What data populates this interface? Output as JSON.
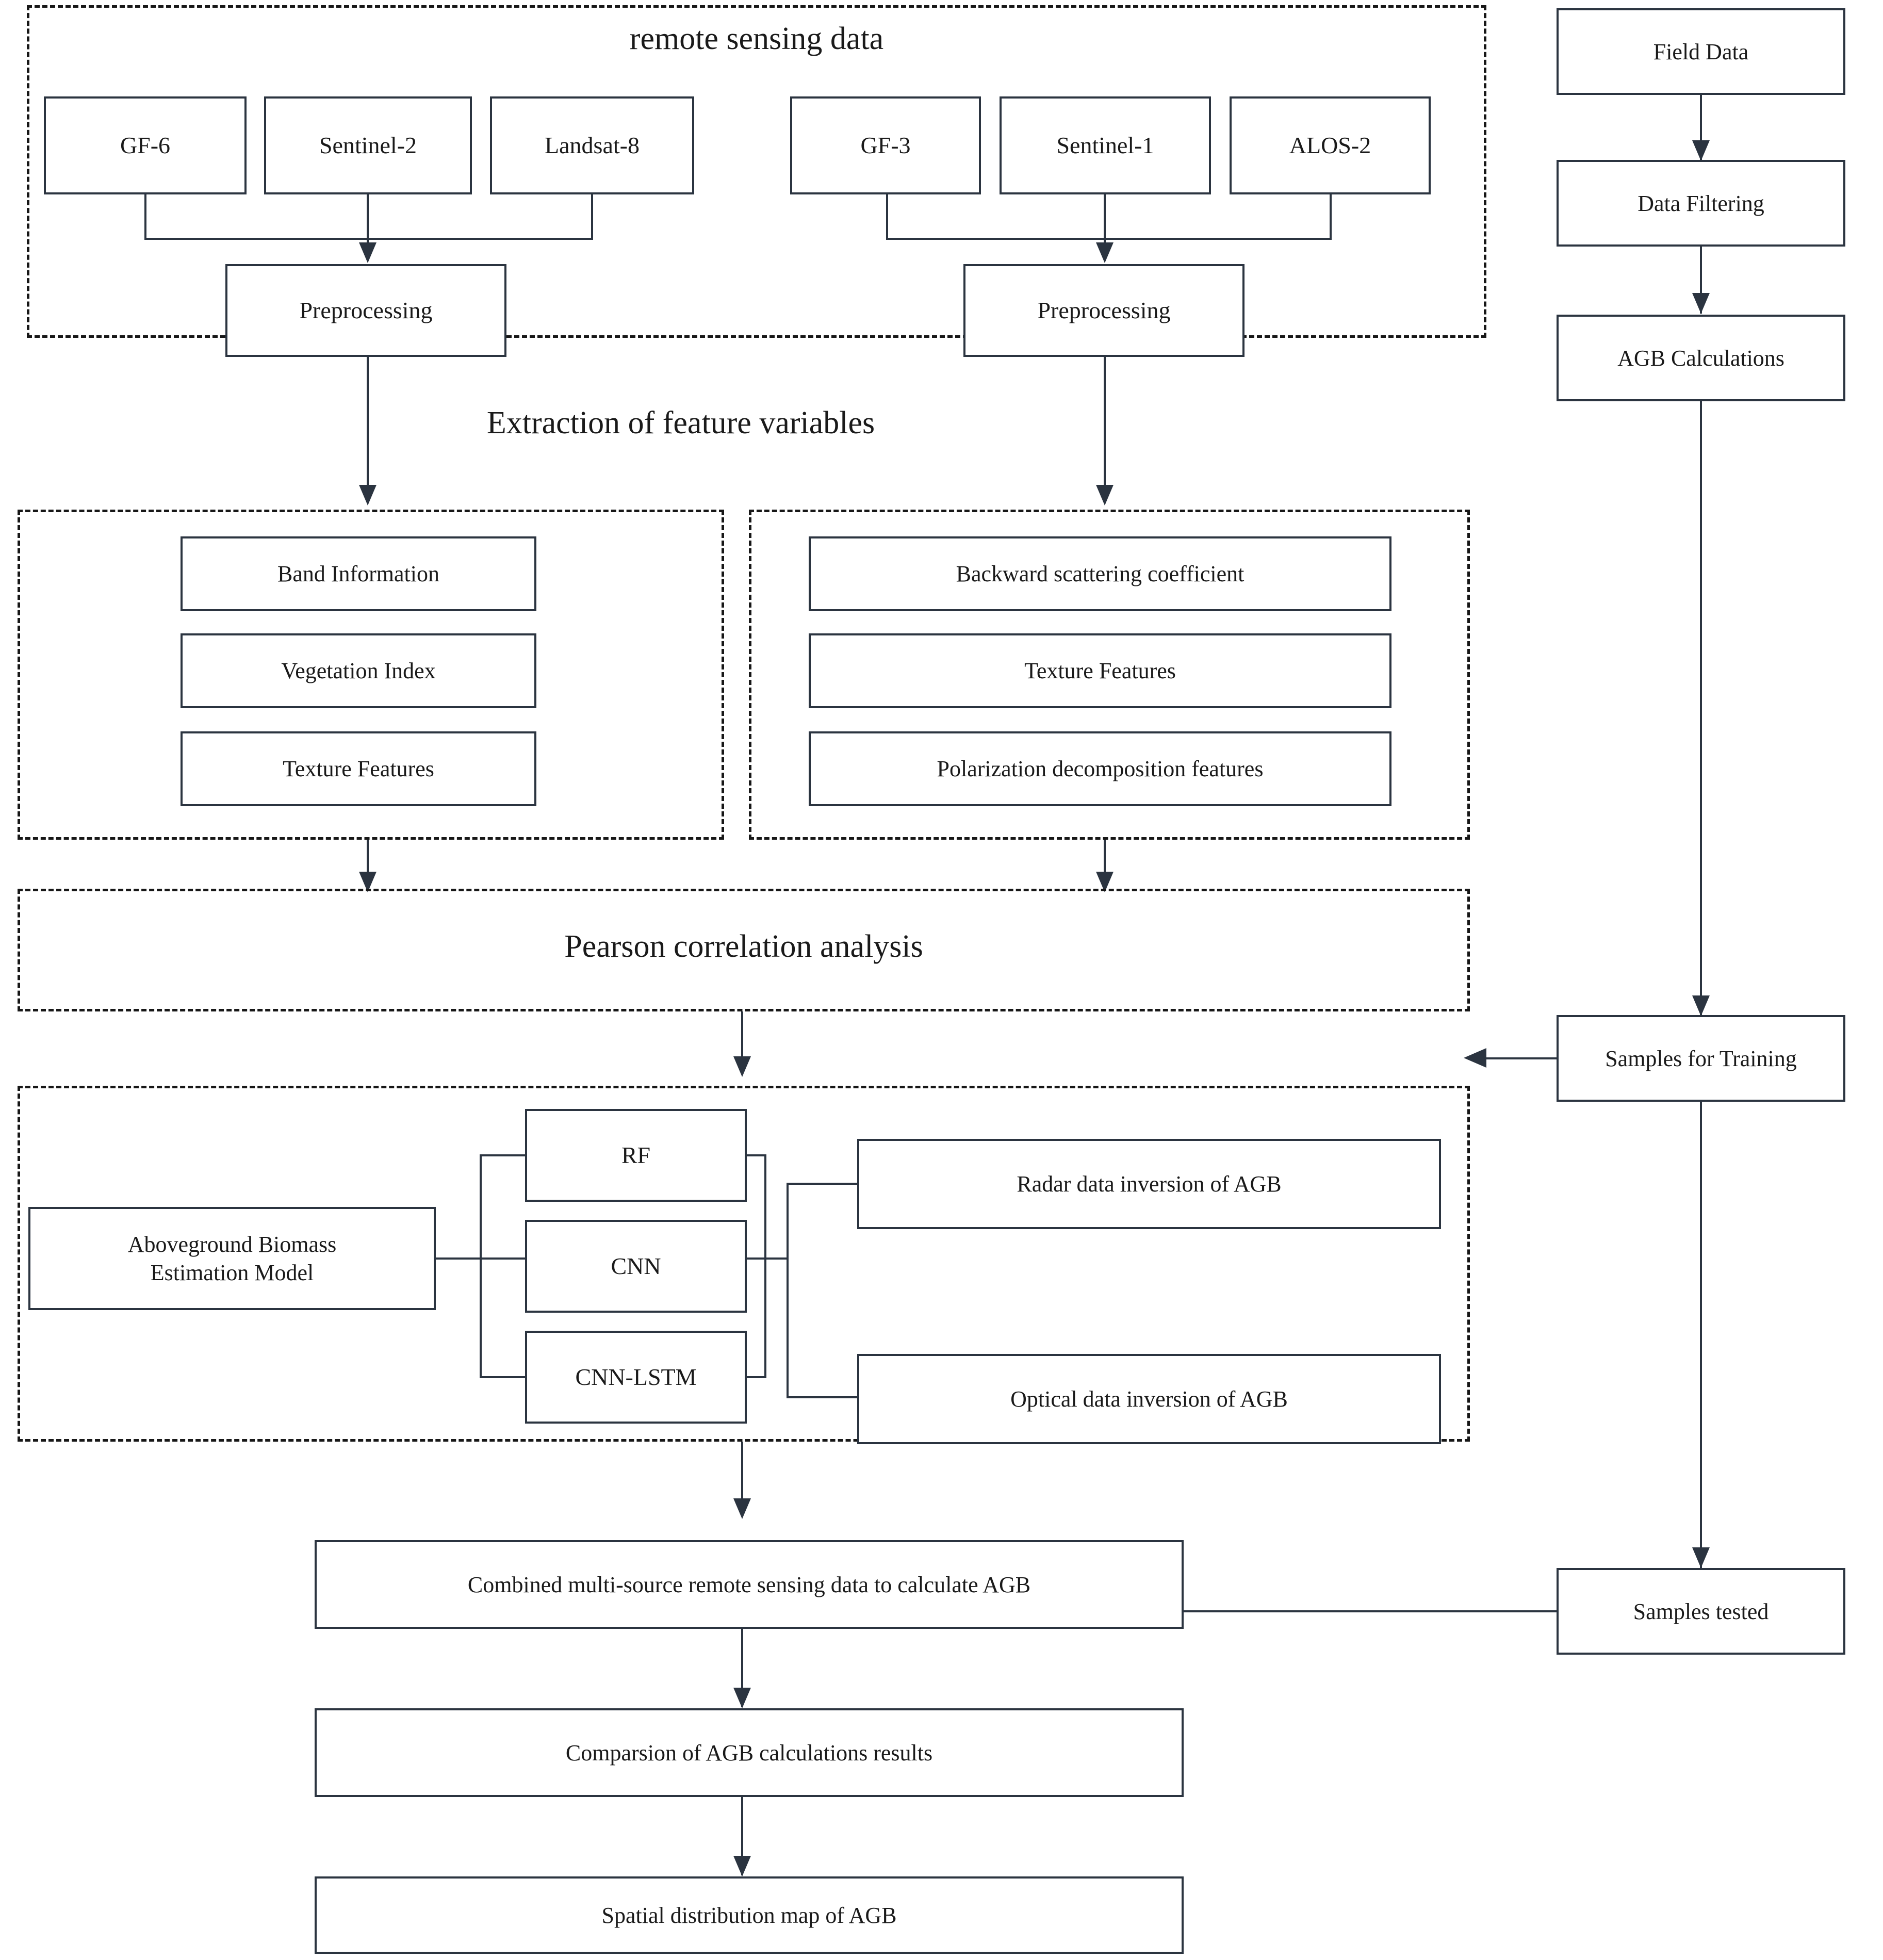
{
  "diagram": {
    "title_remote_sensing": "remote sensing data",
    "title_extraction": "Extraction of feature variables",
    "title_pearson": "Pearson correlation analysis"
  },
  "optical_sources": [
    {
      "label": "GF-6"
    },
    {
      "label": "Sentinel-2"
    },
    {
      "label": "Landsat-8"
    }
  ],
  "radar_sources": [
    {
      "label": "GF-3"
    },
    {
      "label": "Sentinel-1"
    },
    {
      "label": "ALOS-2"
    }
  ],
  "preprocessing": {
    "optical_label": "Preprocessing",
    "radar_label": "Preprocessing"
  },
  "optical_features": [
    {
      "label": "Band Information"
    },
    {
      "label": "Vegetation Index"
    },
    {
      "label": "Texture Features"
    }
  ],
  "radar_features": [
    {
      "label": "Backward scattering coefficient"
    },
    {
      "label": "Texture Features"
    },
    {
      "label": "Polarization decomposition features"
    }
  ],
  "model_block": {
    "estimation_model": "Aboveground Biomass\nEstimation Model",
    "algorithms": [
      {
        "label": "RF"
      },
      {
        "label": "CNN"
      },
      {
        "label": "CNN-LSTM"
      }
    ],
    "inversions": [
      {
        "label": "Radar data inversion of AGB"
      },
      {
        "label": "Optical data inversion of AGB"
      }
    ]
  },
  "field_chain": [
    {
      "label": "Field Data"
    },
    {
      "label": "Data Filtering"
    },
    {
      "label": "AGB Calculations"
    },
    {
      "label": "Samples for Training"
    },
    {
      "label": "Samples tested"
    }
  ],
  "results_chain": [
    {
      "label": "Combined multi-source remote sensing data to calculate AGB"
    },
    {
      "label": "Comparsion of AGB calculations results"
    },
    {
      "label": "Spatial distribution map of AGB"
    }
  ],
  "colors": {
    "stroke": "#2b3440",
    "dashed": "#171717",
    "background": "#ffffff"
  }
}
